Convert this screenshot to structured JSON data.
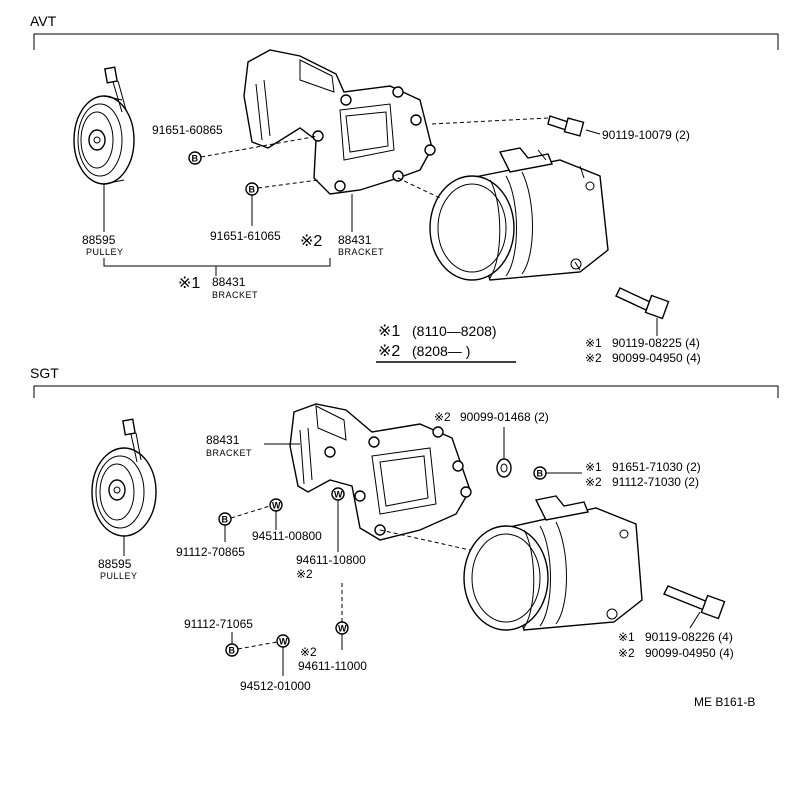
{
  "sections": {
    "avt_title": "AVT",
    "sgt_title": "SGT"
  },
  "avt": {
    "pulley_number": "88595",
    "pulley_label": "PULLEY",
    "bracket_assy_marker": "※1",
    "bracket_assy_number": "88431",
    "bracket_assy_label": "BRACKET",
    "bracket_marker": "※2",
    "bracket_number": "88431",
    "bracket_label": "BRACKET",
    "bolt_upper": "91651-60865",
    "bolt_lower": "91651-61065",
    "bolt_right": "90119-10079 (2)",
    "bolt_mount_1_marker": "※1",
    "bolt_mount_1": "90119-08225 (4)",
    "bolt_mount_2_marker": "※2",
    "bolt_mount_2": "90099-04950 (4)",
    "legend_1_marker": "※1",
    "legend_1": "(8110—8208)",
    "legend_2_marker": "※2",
    "legend_2": "(8208—        )"
  },
  "sgt": {
    "bracket_number": "88431",
    "bracket_label": "BRACKET",
    "pulley_number": "88595",
    "pulley_label": "PULLEY",
    "nut_marker": "※2",
    "nut_part": "90099-01468 (2)",
    "bolt_a_marker": "※1",
    "bolt_a": "91651-71030 (2)",
    "bolt_b_marker": "※2",
    "bolt_b": "91112-71030 (2)",
    "washer_upper": "94511-00800",
    "bolt_upper_left": "91112-70865",
    "washer_mid": "94611-10800",
    "washer_mid_marker": "※2",
    "bolt_lower_left": "91112-71065",
    "washer_lower_marker": "※2",
    "washer_lower": "94611-11000",
    "washer_bottom": "94512-01000",
    "bolt_mount_1_marker": "※1",
    "bolt_mount_1": "90119-08226 (4)",
    "bolt_mount_2_marker": "※2",
    "bolt_mount_2": "90099-04950 (4)"
  },
  "footer": {
    "code": "ME  B161-B"
  },
  "icons": {
    "b_circle": "B",
    "w_circle": "W"
  }
}
